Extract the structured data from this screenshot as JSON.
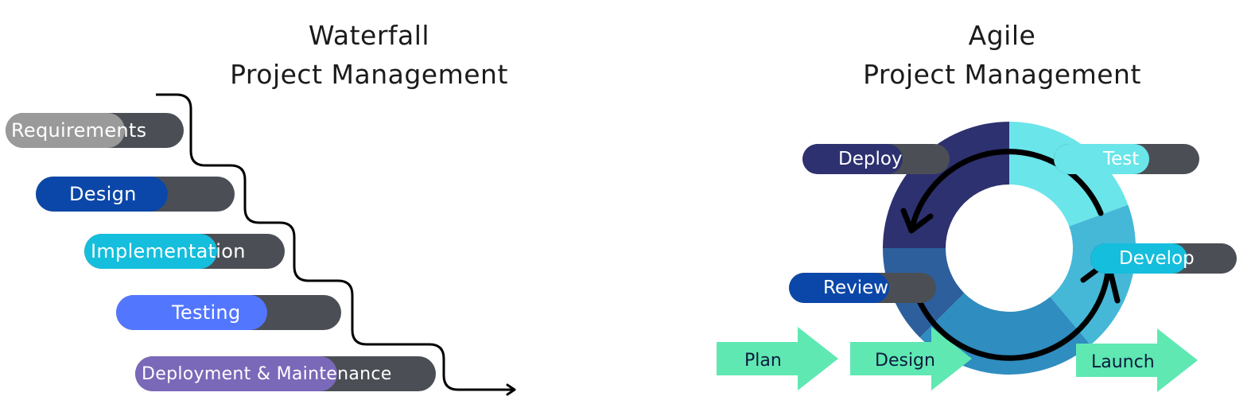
{
  "waterfall": {
    "title_line1": "Waterfall",
    "title_line2": "Project Management",
    "phases": [
      {
        "label": "Requirements",
        "fill_color": "#9a9a9a"
      },
      {
        "label": "Design",
        "fill_color": "#0b47a8"
      },
      {
        "label": "Implementation",
        "fill_color": "#14bedc"
      },
      {
        "label": "Testing",
        "fill_color": "#5376ff"
      },
      {
        "label": "Deployment & Maintenance",
        "fill_color": "#7a68b8"
      }
    ]
  },
  "agile": {
    "title_line1": "Agile",
    "title_line2": "Project Management",
    "stages": [
      {
        "label": "Deploy",
        "fill_color": "#2d3170"
      },
      {
        "label": "Test",
        "fill_color": "#6ae5ea"
      },
      {
        "label": "Develop",
        "fill_color": "#14bedc"
      },
      {
        "label": "Review",
        "fill_color": "#0b47a8"
      }
    ],
    "flow": [
      {
        "label": "Plan",
        "color": "#5fe8b2"
      },
      {
        "label": "Design",
        "color": "#5fe8b2"
      },
      {
        "label": "Launch",
        "color": "#5fe8b2"
      }
    ],
    "ring_colors": [
      "#2d3170",
      "#6ae5ea",
      "#45b8d8",
      "#2f8dbf",
      "#2c5f9c"
    ]
  }
}
